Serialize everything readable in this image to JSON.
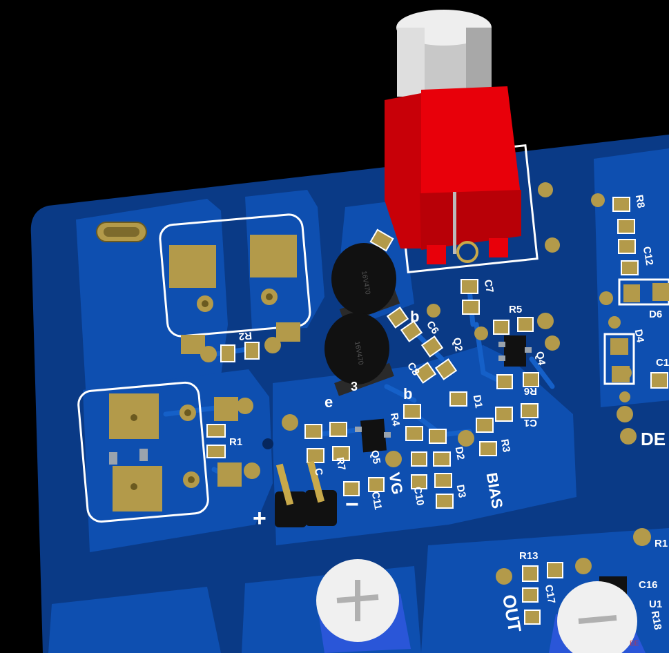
{
  "colors": {
    "background": "#000000",
    "board": "#0a3a86",
    "copper_pour": "#0e4fb0",
    "pad": "#b39a4a",
    "silkscreen": "#ffffff",
    "connector_red": "#e8000a",
    "capacitor_black": "#111111"
  },
  "refdes": {
    "R1": "R1",
    "R2": "R2",
    "R3": "R3",
    "R4": "R4",
    "R5": "R5",
    "R6": "R6",
    "R7": "R7",
    "R8": "R8",
    "R13": "R13",
    "R18": "R18",
    "R1x": "R1",
    "C1": "C1",
    "C6": "C6",
    "C7": "C7",
    "C8": "C8",
    "C10": "C10",
    "C11": "C11",
    "C12": "C12",
    "C16": "C16",
    "C17": "C17",
    "C1x": "C1",
    "C_partial": "C",
    "D1": "D1",
    "D2": "D2",
    "D3": "D3",
    "D4": "D4",
    "D6": "D6",
    "Q2": "Q2",
    "Q4": "Q4",
    "Q5": "Q5",
    "U1": "U1"
  },
  "labels": {
    "bias": "BIAS",
    "vg": "VG",
    "out": "OUT",
    "de": "DE",
    "plus": "+",
    "minus": "−",
    "pin_e": "e",
    "pin_b_top": "b",
    "pin_b_bottom": "b",
    "pin_3": "3",
    "cap_marking_1": "16V470",
    "cap_marking_2": "16V470",
    "watermark": "EE"
  }
}
